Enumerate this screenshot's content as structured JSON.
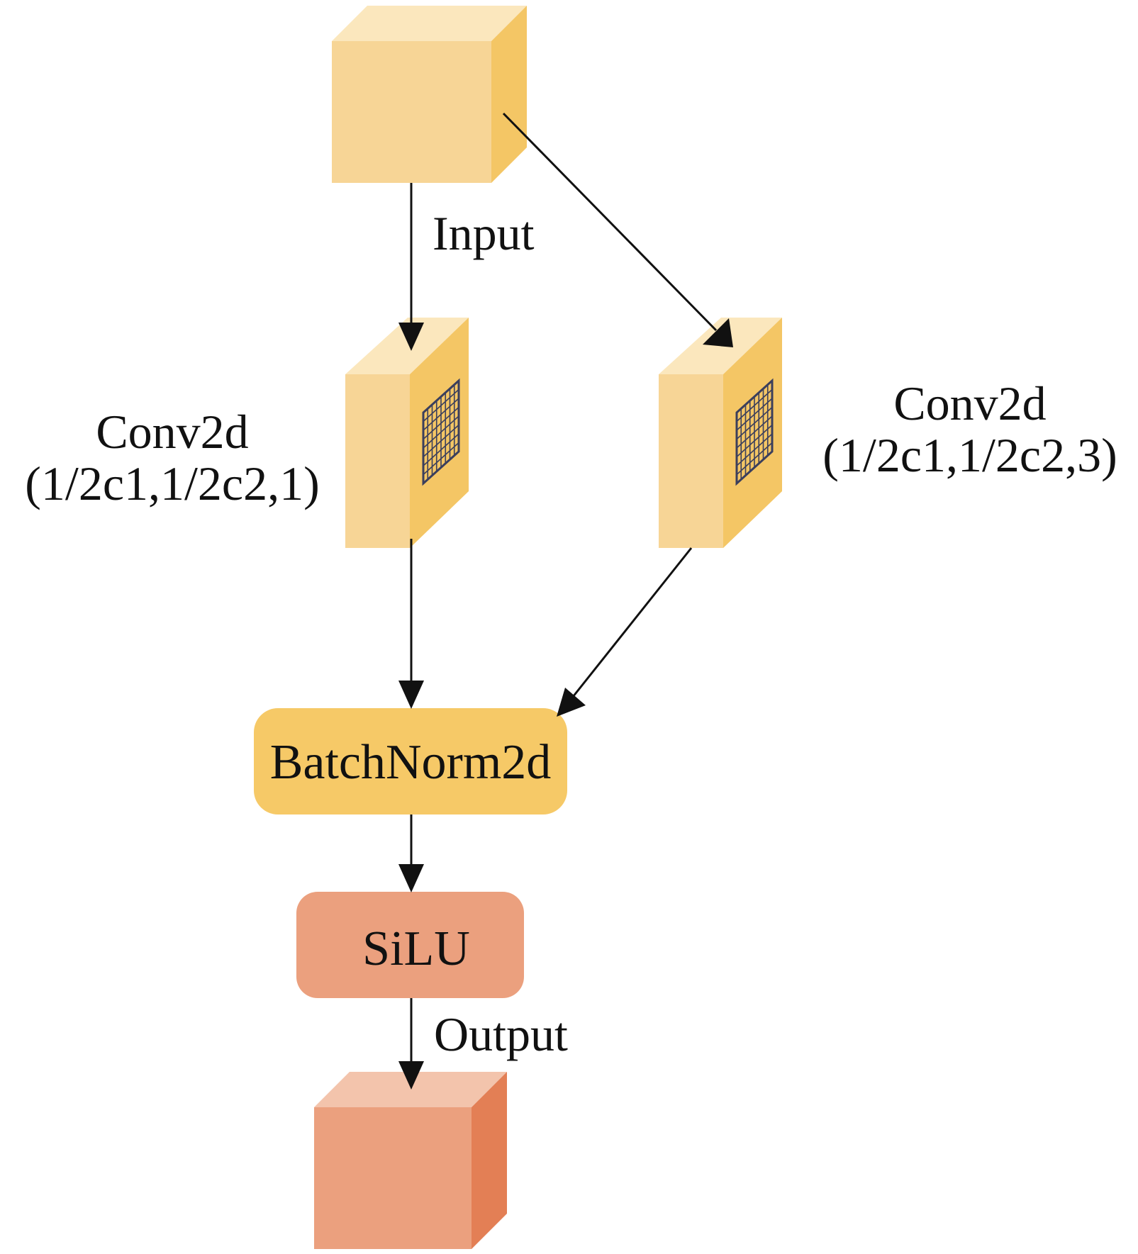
{
  "nodes": {
    "input_label": "Input",
    "conv_left": {
      "title": "Conv2d",
      "params": "(1/2c1,1/2c2,1)"
    },
    "conv_right": {
      "title": "Conv2d",
      "params": "(1/2c1,1/2c2,3)"
    },
    "batchnorm": "BatchNorm2d",
    "silu": "SiLU",
    "output_label": "Output"
  },
  "colors": {
    "cube_yellow_front": "#f7d596",
    "cube_yellow_top": "#fbe7bd",
    "cube_yellow_side": "#f4c665",
    "box_batchnorm": "#f6c967",
    "box_silu": "#eba07e",
    "cube_orange_front": "#eba07e",
    "cube_orange_top": "#f3c4ac",
    "cube_orange_side": "#e37f55",
    "arrow": "#111111"
  },
  "edges": [
    {
      "from": "input",
      "to": "conv_left"
    },
    {
      "from": "input",
      "to": "conv_right"
    },
    {
      "from": "conv_left",
      "to": "batchnorm"
    },
    {
      "from": "conv_right",
      "to": "batchnorm"
    },
    {
      "from": "batchnorm",
      "to": "silu"
    },
    {
      "from": "silu",
      "to": "output"
    }
  ]
}
